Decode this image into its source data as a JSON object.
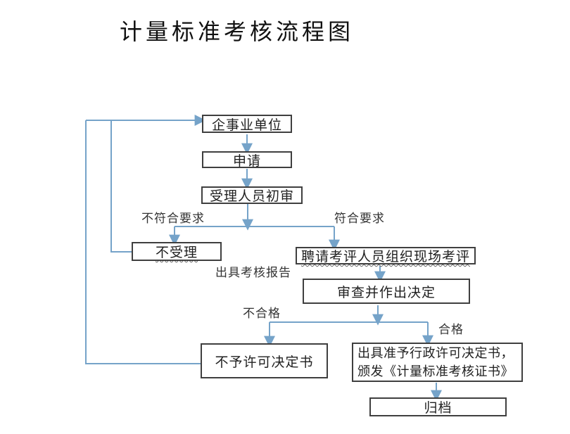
{
  "title": "计量标准考核流程图",
  "nodes": {
    "unit": "企事业单位",
    "apply": "申请",
    "initial_review": "受理人员初审",
    "not_accepted": "不受理",
    "onsite_assessment": "聘请考评人员组织现场考评",
    "decision": "审查并作出决定",
    "deny": "不予许可决定书",
    "grant_line1": "出具准予行政许可决定书，",
    "grant_line2": "颁发《计量标准考核证书》",
    "archive": "归档"
  },
  "edge_labels": {
    "not_meet": "不符合要求",
    "meet": "符合要求",
    "issue_report": "出具考核报告",
    "fail": "不合格",
    "pass": "合格"
  },
  "colors": {
    "connector": "#75a3c9",
    "box-border": "#3f3f3f",
    "text": "#1f1f1f",
    "label": "#333333"
  }
}
